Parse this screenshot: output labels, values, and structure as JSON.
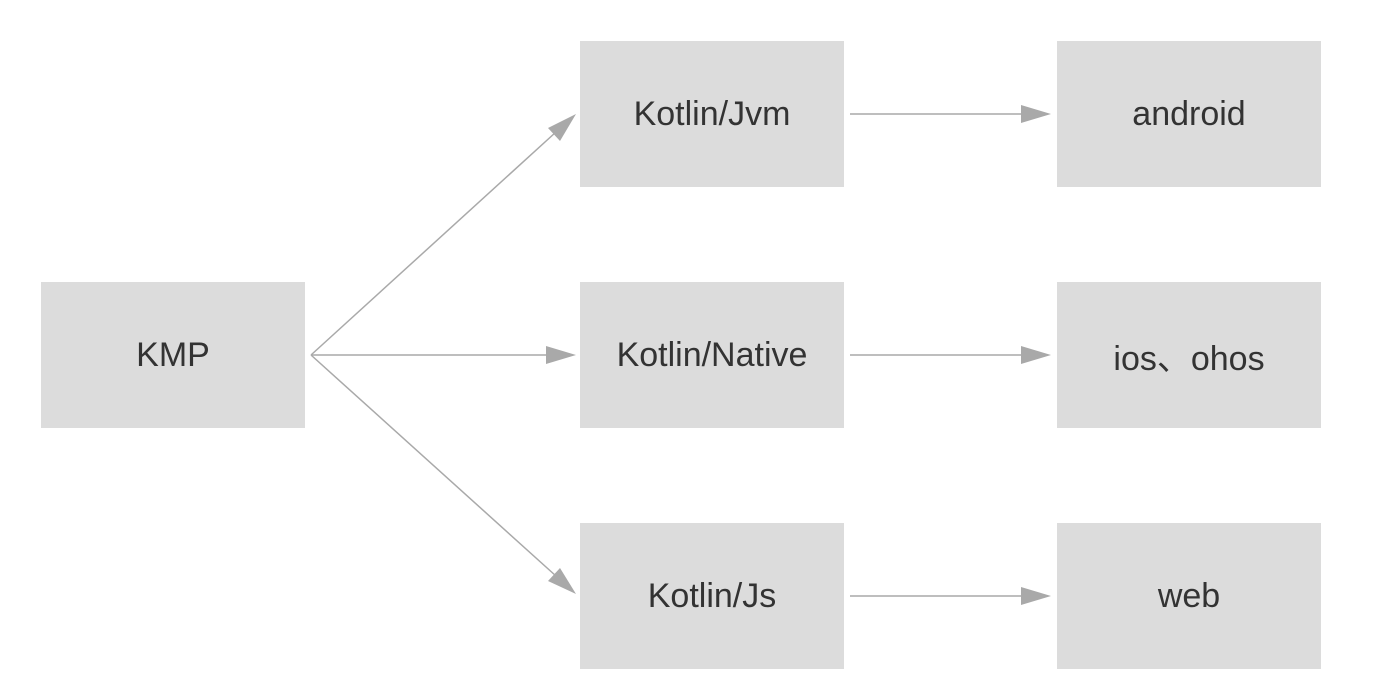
{
  "diagram": {
    "nodes": {
      "kmp": "KMP",
      "kotlin_jvm": "Kotlin/Jvm",
      "kotlin_native": "Kotlin/Native",
      "kotlin_js": "Kotlin/Js",
      "android": "android",
      "ios_ohos": "ios、ohos",
      "web": "web"
    },
    "edges": [
      {
        "from": "kmp",
        "to": "kotlin_jvm"
      },
      {
        "from": "kmp",
        "to": "kotlin_native"
      },
      {
        "from": "kmp",
        "to": "kotlin_js"
      },
      {
        "from": "kotlin_jvm",
        "to": "android"
      },
      {
        "from": "kotlin_native",
        "to": "ios_ohos"
      },
      {
        "from": "kotlin_js",
        "to": "web"
      }
    ],
    "colors": {
      "node_fill": "#dcdcdc",
      "node_text": "#333333",
      "arrow": "#a9a9a9",
      "background": "#ffffff"
    }
  }
}
